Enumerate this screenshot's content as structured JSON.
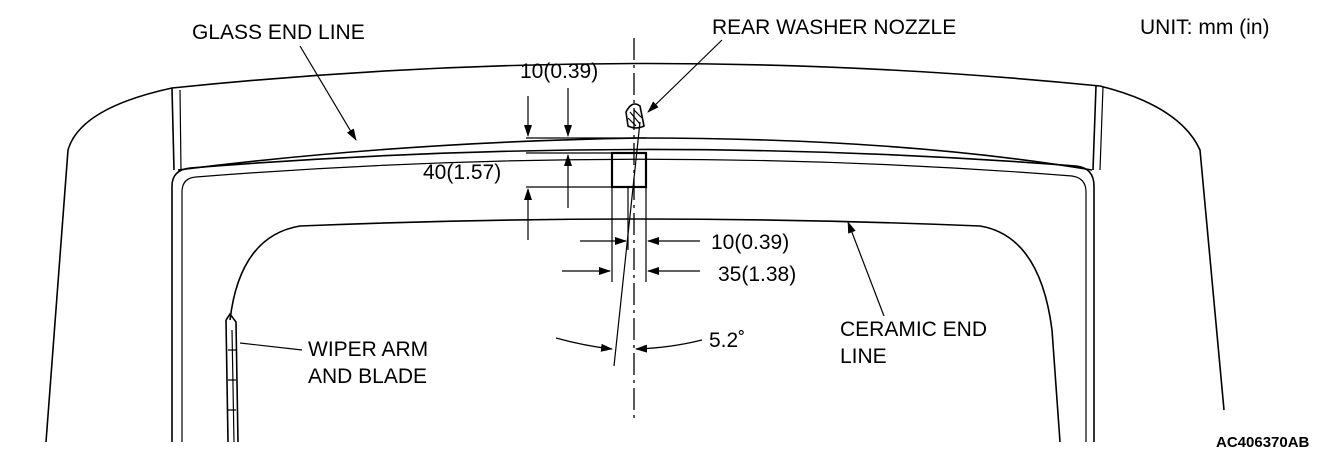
{
  "unit_label": "UNIT: mm (in)",
  "figure_code": "AC406370AB",
  "callouts": {
    "glass_end_line": "GLASS END LINE",
    "rear_washer_nozzle": "REAR WASHER NOZZLE",
    "wiper_arm_line1": "WIPER ARM",
    "wiper_arm_line2": "AND BLADE",
    "ceramic_end_line1": "CERAMIC END",
    "ceramic_end_line2": "LINE"
  },
  "dimensions": {
    "vertical_offset": "10(0.39)",
    "vertical_height": "40(1.57)",
    "horizontal_offset": "10(0.39)",
    "horizontal_width": "35(1.38)",
    "angle": "5.2˚"
  }
}
